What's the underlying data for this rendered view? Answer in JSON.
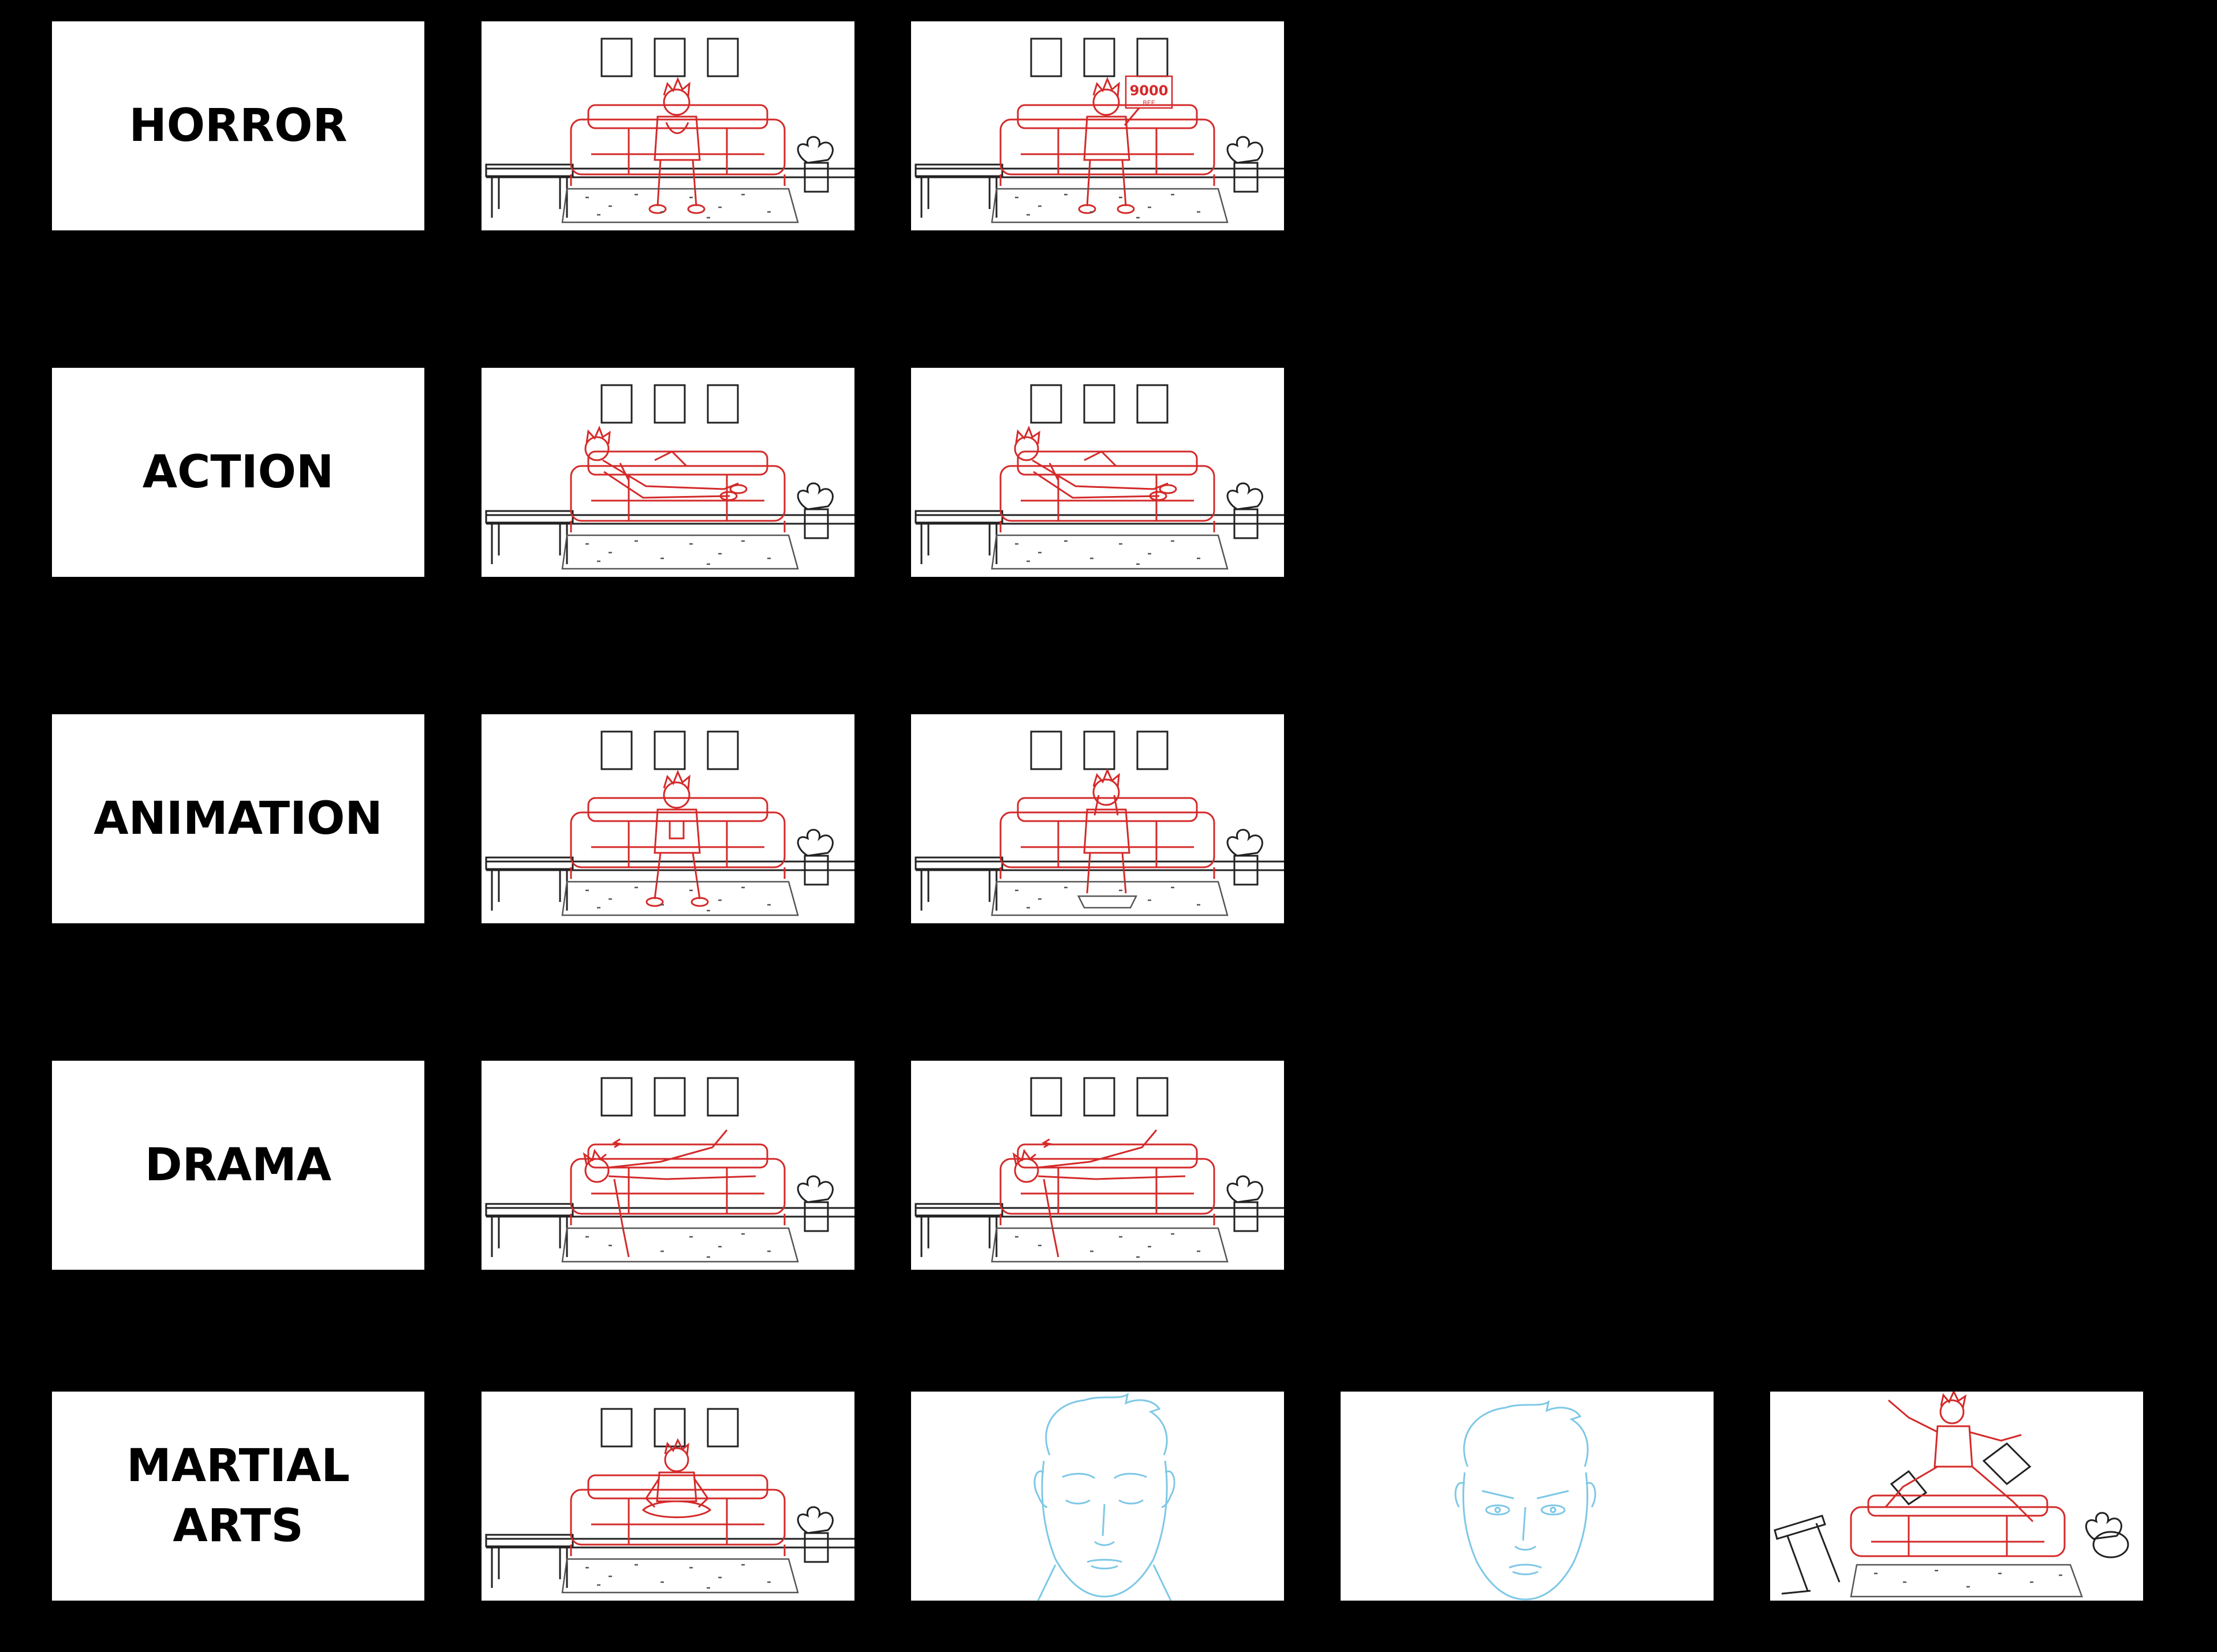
{
  "rows": [
    {
      "label": "HORROR",
      "panels": [
        "couch-sitting-hands-clasped",
        "couch-sitting-holding-9000-sign"
      ]
    },
    {
      "label": "ACTION",
      "panels": [
        "couch-lying-with-phone",
        "couch-lying-with-phone"
      ]
    },
    {
      "label": "ANIMATION",
      "panels": [
        "couch-sitting-with-phone",
        "couch-sitting-hands-on-face"
      ]
    },
    {
      "label": "DRAMA",
      "panels": [
        "couch-sprawled-asleep",
        "couch-sprawled-asleep"
      ]
    },
    {
      "label": "MARTIAL\nARTS",
      "panels": [
        "couch-meditating",
        "face-eyes-closed",
        "face-eyes-open-intense",
        "couch-fighting-pose"
      ]
    }
  ],
  "sign_text": {
    "main": "9000",
    "sub": "BEE"
  },
  "colors": {
    "background": "#000000",
    "card": "#ffffff",
    "sketch_red": "#d42a2a",
    "sketch_blue": "#7ec8e6",
    "sketch_black": "#222222"
  }
}
